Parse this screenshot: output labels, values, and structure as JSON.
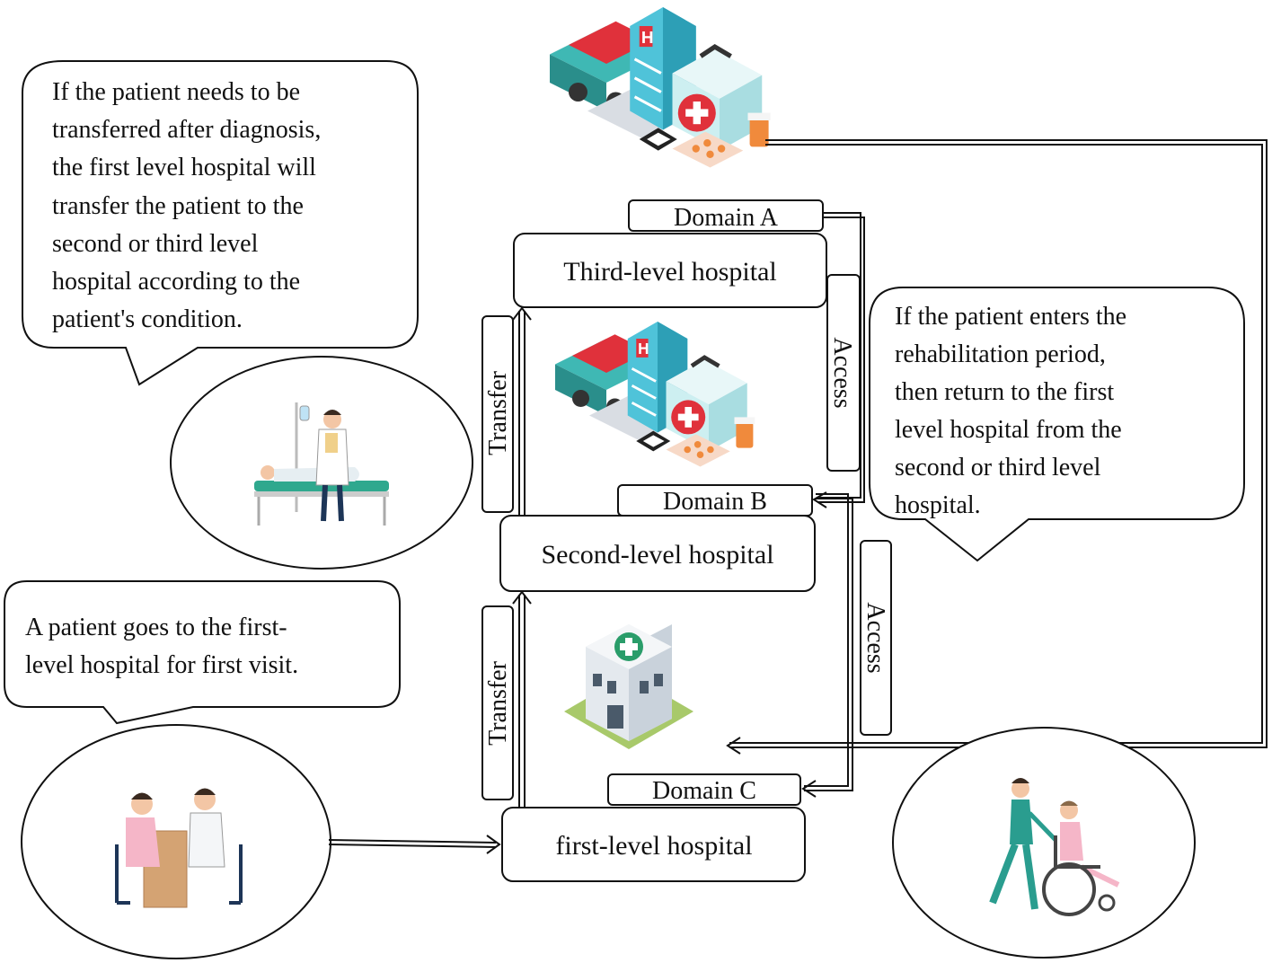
{
  "callouts": {
    "top_left": [
      "If the patient needs to be",
      "transferred after diagnosis,",
      "the first level hospital will",
      "transfer the patient to the",
      "second or third level",
      "hospital according to the",
      "patient's condition."
    ],
    "bottom_left": [
      "A patient goes to the first-",
      "level hospital for first visit."
    ],
    "right": [
      "If the patient enters the",
      "rehabilitation period,",
      "then return to the first",
      "level hospital from  the",
      "second or third level",
      "hospital."
    ]
  },
  "hospitals": {
    "third": "Third-level hospital",
    "second": "Second-level hospital",
    "first": "first-level hospital"
  },
  "domains": {
    "a": "Domain A",
    "b": "Domain B",
    "c": "Domain C"
  },
  "edge_labels": {
    "transfer_upper": "Transfer",
    "transfer_lower": "Transfer",
    "access_upper": "Access",
    "access_lower": "Access"
  },
  "colors": {
    "stroke": "#111111",
    "teal": "#3fb8b4",
    "red": "#e0313b",
    "green": "#2a9d6a",
    "pink": "#f5b6c8",
    "skin": "#f3c6a5"
  },
  "icons": [
    "hospital-cluster-icon",
    "clinic-building-icon",
    "doctor-bedside-icon",
    "doctor-consultation-icon",
    "wheelchair-nurse-icon"
  ]
}
